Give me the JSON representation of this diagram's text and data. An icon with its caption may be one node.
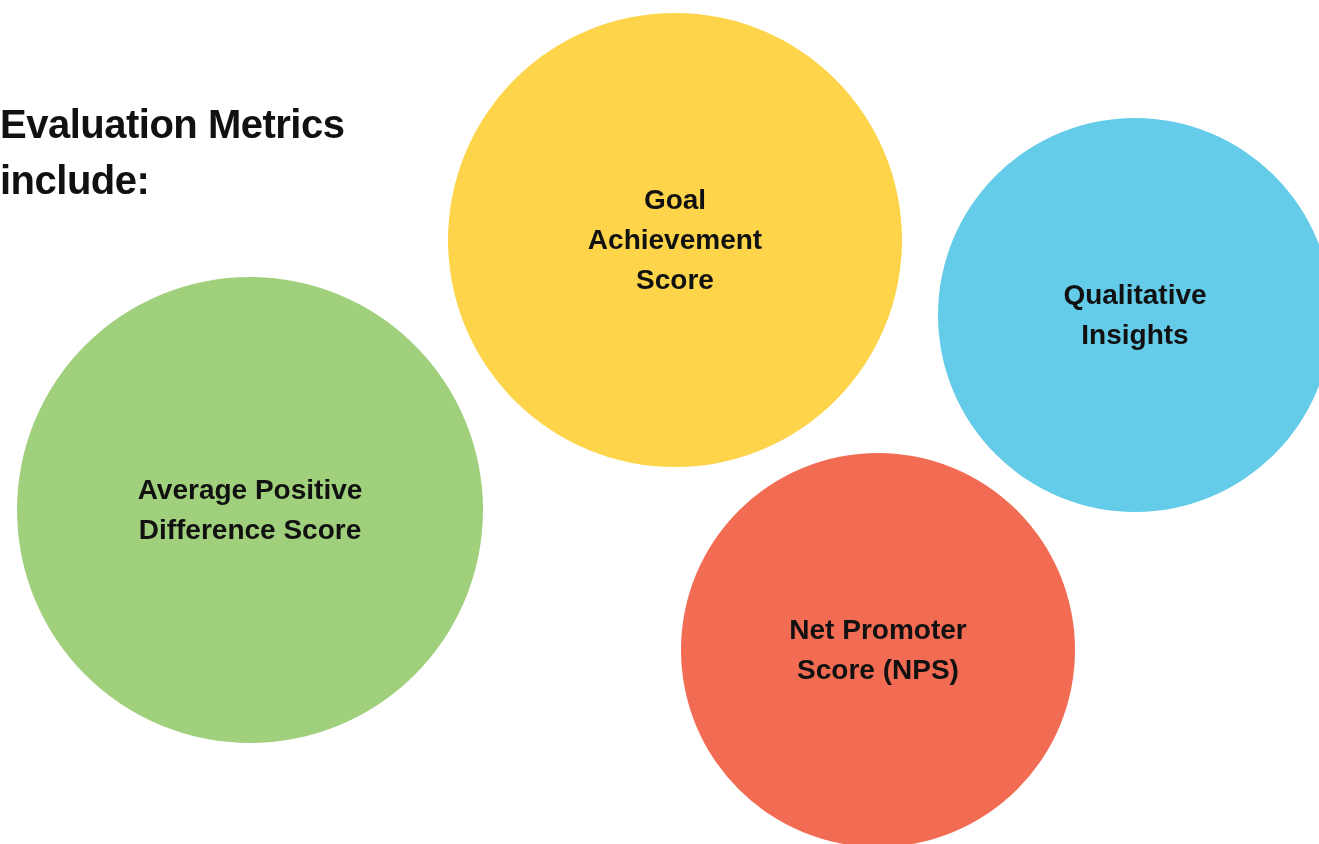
{
  "diagram": {
    "title": "Evaluation Metrics include:",
    "nodes": [
      {
        "text": [
          "Goal Achievement Score"
        ]
      },
      {
        "text": [
          "Qualitative Insights"
        ]
      },
      {
        "text": [
          "Average Positive Difference Score"
        ]
      },
      {
        "text": [
          "Net Promoter Score (NPS)"
        ]
      }
    ]
  }
}
